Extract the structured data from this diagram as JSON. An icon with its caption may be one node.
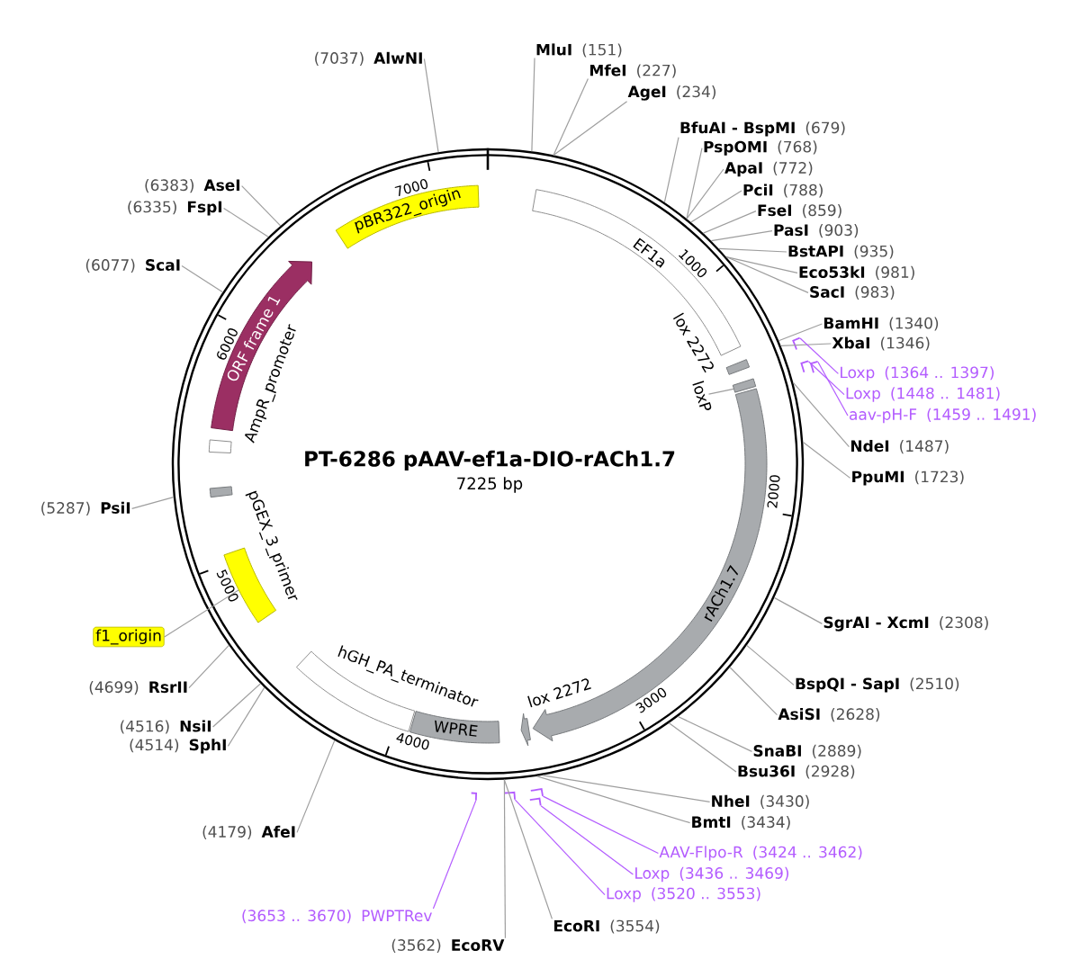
{
  "diagram": {
    "nodes": [
      {
        "text": [
          "PT-6286 pAAV-ef1a-DIO-rACh1.7",
          "7225 bp"
        ]
      },
      {
        "text": [
          "pBR322_origin"
        ],
        "in": 0
      },
      {
        "text": [
          "EF1a"
        ],
        "in": 0
      },
      {
        "text": [
          "lox 2272"
        ],
        "in": 0
      },
      {
        "text": [
          "loxP"
        ],
        "in": 0
      },
      {
        "text": [],
        "shape": "box",
        "in": 0
      },
      {
        "text": [
          "rACh1.7"
        ],
        "in": 0
      },
      {
        "text": [
          "ORF frame 1"
        ],
        "in": 0
      },
      {
        "text": [
          "AmpR_promoter"
        ],
        "in": 0
      },
      {
        "text": [
          "pGEX_3_primer"
        ],
        "in": 0
      },
      {
        "text": [],
        "shape": "box",
        "in": 0
      },
      {
        "text": [
          "f1_origin"
        ]
      },
      {
        "text": [
          "hGH_PA_terminator"
        ],
        "in": 0
      },
      {
        "text": [
          "WPRE"
        ],
        "in": 0
      },
      {
        "text": [
          "lox 2272"
        ],
        "in": 0
      },
      {
        "text": [
          "(7037)",
          "AlwNI"
        ]
      },
      {
        "text": [
          "MluI",
          "(151)"
        ]
      },
      {
        "text": [
          "MfeI",
          "(227)"
        ]
      },
      {
        "text": [
          "AgeI",
          "(234)"
        ]
      },
      {
        "text": [
          "BfuAI - BspMI",
          "(679)"
        ]
      },
      {
        "text": [
          "PspOMI",
          "(768)"
        ]
      },
      {
        "text": [
          "ApaI",
          "(772)"
        ]
      },
      {
        "text": [
          "PciI",
          "(788)"
        ]
      },
      {
        "text": [
          "FseI",
          "(859)"
        ]
      },
      {
        "text": [
          "PasI",
          "(903)"
        ]
      },
      {
        "text": [
          "BstAPI",
          "(935)"
        ]
      },
      {
        "text": [
          "Eco53kI",
          "(981)"
        ]
      },
      {
        "text": [
          "SacI",
          "(983)"
        ]
      },
      {
        "text": [
          "(6383)",
          "AseI"
        ]
      },
      {
        "text": [
          "(6335)",
          "FspI"
        ]
      },
      {
        "text": [
          "(6077)",
          "ScaI"
        ]
      },
      {
        "text": [
          "BamHI",
          "(1340)"
        ]
      },
      {
        "text": [
          "XbaI",
          "(1346)"
        ]
      },
      {
        "text": [
          "Loxp",
          "(1364 .. 1397)"
        ]
      },
      {
        "text": [
          "Loxp",
          "(1448 .. 1481)"
        ]
      },
      {
        "text": [
          "aav-pH-F",
          "(1459 .. 1491)"
        ]
      },
      {
        "text": [
          "NdeI",
          "(1487)"
        ]
      },
      {
        "text": [
          "PpuMI",
          "(1723)"
        ]
      },
      {
        "text": [
          "(5287)",
          "PsiI"
        ]
      },
      {
        "text": [
          "SgrAI - XcmI",
          "(2308)"
        ]
      },
      {
        "text": [
          "(4699)",
          "RsrII"
        ]
      },
      {
        "text": [
          "BspQI - SapI",
          "(2510)"
        ]
      },
      {
        "text": [
          "AsiSI",
          "(2628)"
        ]
      },
      {
        "text": [
          "(4516)",
          "NsiI"
        ]
      },
      {
        "text": [
          "(4514)",
          "SphI"
        ]
      },
      {
        "text": [
          "SnaBI",
          "(2889)"
        ]
      },
      {
        "text": [
          "Bsu36I",
          "(2928)"
        ]
      },
      {
        "text": [
          "NheI",
          "(3430)"
        ]
      },
      {
        "text": [
          "BmtI",
          "(3434)"
        ]
      },
      {
        "text": [
          "(4179)",
          "AfeI"
        ]
      },
      {
        "text": [
          "AAV-Flpo-R",
          "(3424 .. 3462)"
        ]
      },
      {
        "text": [
          "Loxp",
          "(3436 .. 3469)"
        ]
      },
      {
        "text": [
          "Loxp",
          "(3520 .. 3553)"
        ]
      },
      {
        "text": [
          "(3653 .. 3670)",
          "PWPTRev"
        ]
      },
      {
        "text": [
          "EcoRI",
          "(3554)"
        ]
      },
      {
        "text": [
          "(3562)",
          "EcoRV"
        ]
      },
      {
        "text": [],
        "shape": "bar"
      },
      {
        "text": [],
        "shape": "bar"
      },
      {
        "text": [],
        "shape": "bar"
      },
      {
        "text": [],
        "shape": "bar"
      },
      {
        "text": [],
        "shape": "bar"
      },
      {
        "text": [],
        "shape": "bar"
      },
      {
        "text": [],
        "shape": "bar"
      }
    ],
    "edges": [
      {
        "from": 4,
        "to": 5,
        "arrow": "none"
      },
      {
        "from": 11,
        "to": 10,
        "arrow": "none"
      },
      {
        "from": 15,
        "to": 0,
        "arrow": "none"
      },
      {
        "from": 16,
        "to": 0,
        "arrow": "none"
      },
      {
        "from": 17,
        "to": 0,
        "arrow": "none"
      },
      {
        "from": 18,
        "to": 0,
        "arrow": "none"
      },
      {
        "from": 19,
        "to": 0,
        "arrow": "none"
      },
      {
        "from": 20,
        "to": 0,
        "arrow": "none"
      },
      {
        "from": 21,
        "to": 0,
        "arrow": "none"
      },
      {
        "from": 22,
        "to": 0,
        "arrow": "none"
      },
      {
        "from": 23,
        "to": 0,
        "arrow": "none"
      },
      {
        "from": 24,
        "to": 0,
        "arrow": "none"
      },
      {
        "from": 25,
        "to": 0,
        "arrow": "none"
      },
      {
        "from": 26,
        "to": 0,
        "arrow": "none"
      },
      {
        "from": 27,
        "to": 0,
        "arrow": "none"
      },
      {
        "from": 28,
        "to": 0,
        "arrow": "none"
      },
      {
        "from": 29,
        "to": 0,
        "arrow": "none"
      },
      {
        "from": 30,
        "to": 0,
        "arrow": "none"
      },
      {
        "from": 31,
        "to": 0,
        "arrow": "none"
      },
      {
        "from": 32,
        "to": 0,
        "arrow": "none"
      },
      {
        "from": 33,
        "to": 56,
        "arrow": "none",
        "color": "#b35cff"
      },
      {
        "from": 34,
        "to": 57,
        "arrow": "none",
        "color": "#b35cff"
      },
      {
        "from": 35,
        "to": 58,
        "arrow": "none",
        "color": "#b35cff"
      },
      {
        "from": 36,
        "to": 0,
        "arrow": "none"
      },
      {
        "from": 37,
        "to": 0,
        "arrow": "none"
      },
      {
        "from": 38,
        "to": 0,
        "arrow": "none"
      },
      {
        "from": 39,
        "to": 0,
        "arrow": "none"
      },
      {
        "from": 40,
        "to": 0,
        "arrow": "none"
      },
      {
        "from": 41,
        "to": 0,
        "arrow": "none"
      },
      {
        "from": 42,
        "to": 0,
        "arrow": "none"
      },
      {
        "from": 43,
        "to": 0,
        "arrow": "none"
      },
      {
        "from": 44,
        "to": 0,
        "arrow": "none"
      },
      {
        "from": 45,
        "to": 0,
        "arrow": "none"
      },
      {
        "from": 46,
        "to": 0,
        "arrow": "none"
      },
      {
        "from": 47,
        "to": 0,
        "arrow": "none"
      },
      {
        "from": 48,
        "to": 0,
        "arrow": "none"
      },
      {
        "from": 49,
        "to": 0,
        "arrow": "none"
      },
      {
        "from": 50,
        "to": 59,
        "arrow": "none",
        "color": "#b35cff"
      },
      {
        "from": 51,
        "to": 60,
        "arrow": "none",
        "color": "#b35cff"
      },
      {
        "from": 52,
        "to": 61,
        "arrow": "none",
        "color": "#b35cff"
      },
      {
        "from": 53,
        "to": 62,
        "arrow": "none",
        "color": "#b35cff"
      },
      {
        "from": 54,
        "to": 0,
        "arrow": "none"
      },
      {
        "from": 55,
        "to": 0,
        "arrow": "none"
      }
    ],
    "labels": [
      "7000",
      "1000",
      "6000",
      "2000",
      "5000",
      "3000",
      "4000"
    ]
  }
}
